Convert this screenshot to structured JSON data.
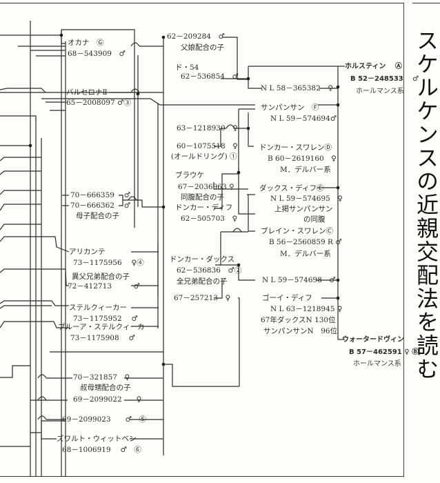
{
  "title": "スケルケンスの近親交配法を読む",
  "root_sire": {
    "name": "ホルスティン",
    "mark": "Ⓐ",
    "reg": "B 52－248533",
    "sex": "♂",
    "line": "ホールマンス系"
  },
  "root_dam": {
    "name": "ウォータードヴィン",
    "reg": "B 57－462591",
    "sex": "♀",
    "mark": "Ⓑ",
    "line": "ホールマンス系"
  },
  "labels": {
    "okana": "オカナ　Ⓖ",
    "okana_reg": "68－543909　♂",
    "barcelona": "バルセロナⅡ",
    "barcelona_reg": "65－2008097 ♂③",
    "r62_209284": "62－209284　♂",
    "fushi": "父娘配合の子",
    "do54": "ド・54",
    "r62_536854": "62－536854　♂",
    "nl58": "N L 58－365382　♀",
    "sanpan": "サンパンサン　Ⓕ",
    "nl59_574694": "N L 59－574694♂",
    "r63_1218930": "63－1218930　♀",
    "r60_1075518": "60－1075518　♀",
    "oldring": "(オールドリング) ①",
    "donkar_swallen": "ドンカー・スワレンⒹ",
    "b60": "B 60－2619160　♀",
    "m_delbar1": "M．デルバー系",
    "brauke": "ブラウケ",
    "r67_2036963": "67－2036963 ♀",
    "doufuku": "同腹配合の子",
    "dax_dif": "ダックス・ディフⒺ",
    "nl59_574695": "N L 59－574695　♀",
    "jouki": "上掲サンパンサン",
    "no_doufuku": "の同腹",
    "r70_666359": "70－666359　 ♂",
    "r70_666362": "70－666362　 ♂",
    "boshi": "母子配合の子",
    "donkar_dif": "ドンカー・ディフ",
    "r62_505703": "62－505703　♀",
    "blein": "ブレイン・スワレンⒸ",
    "b56": "B 56－2560859 R ♂",
    "m_delbar2": "M．デルバー系",
    "alicante": "アリカンテ",
    "r73_1175956": "73－1175956　 ♀④",
    "donkar_dax": "ドンカー・ダックス",
    "r62_536836": "62－536836　♂②",
    "zenkyoudai": "全兄弟配合の子",
    "nl59_574698": "N L 59－574698　♂",
    "ifu": "異父兄弟配合の子",
    "r72_412713": "72－412713　　　♂",
    "r67_257213": "67－257213　♀",
    "goi_dif": "ゴーイ・ディフ",
    "nl63": "N L 63－1218945 ♀",
    "rank1": "67年ダックスN  130位",
    "rank2": "サンパンサンN　96位",
    "stel": "ステルクィーカー",
    "r73_1175952": "73－1175952　 ♂",
    "blue_stel": "ブルーア・ステルクィーカー",
    "r73_1175908": "73－1175908　 ♂",
    "r70_321857": "70－321857　♀",
    "shukubo": "叔母甥配合の子",
    "r69_2099022": "69－2099022　　♀",
    "r69_2099023": "69－2099023　　♂　⑤",
    "zwolt": "ズワルト・ウィットベン",
    "r68_1006919": "68－1006919　 ♂　⑥"
  }
}
